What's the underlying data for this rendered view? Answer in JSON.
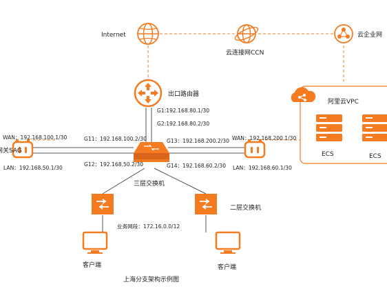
{
  "nodes": {
    "internet": "Internet",
    "ccn": "云连接网CCN",
    "cloud_enterprise_net": "云企业网",
    "exit_router": "出口路由器",
    "vpc": "阿里云VPC",
    "ecs_1": "ECS",
    "ecs_2": "ECS",
    "sag_left": "网关SAG",
    "core_switch": "三层交换机",
    "access_switch": "二层交换机",
    "client_left": "客户端",
    "client_right": "客户端"
  },
  "addresses": {
    "router_g1": "G1:192.168.80.1/30",
    "router_g2": "G2:192.168.80.2/30",
    "g11": "G11：192.168.100.2/30",
    "g12": "G12：192.168.50.2/30",
    "g13": "G13：192.168.200.2/30",
    "g14": "G14：192.168.60.2/30",
    "sag_left_wan": "WAN：192.168.100.1/30",
    "sag_left_lan": "LAN：192.168.50.1/30",
    "sag_right_wan": "WAN：192.168.200.1/30",
    "sag_right_lan": "LAN：192.168.60.1/30",
    "business_segment": "业务网段：172.16.0.0/12"
  },
  "caption": "上海分支架构示例图",
  "colors": {
    "accent": "#f47b20",
    "line": "#f47b20",
    "text": "#222222"
  }
}
